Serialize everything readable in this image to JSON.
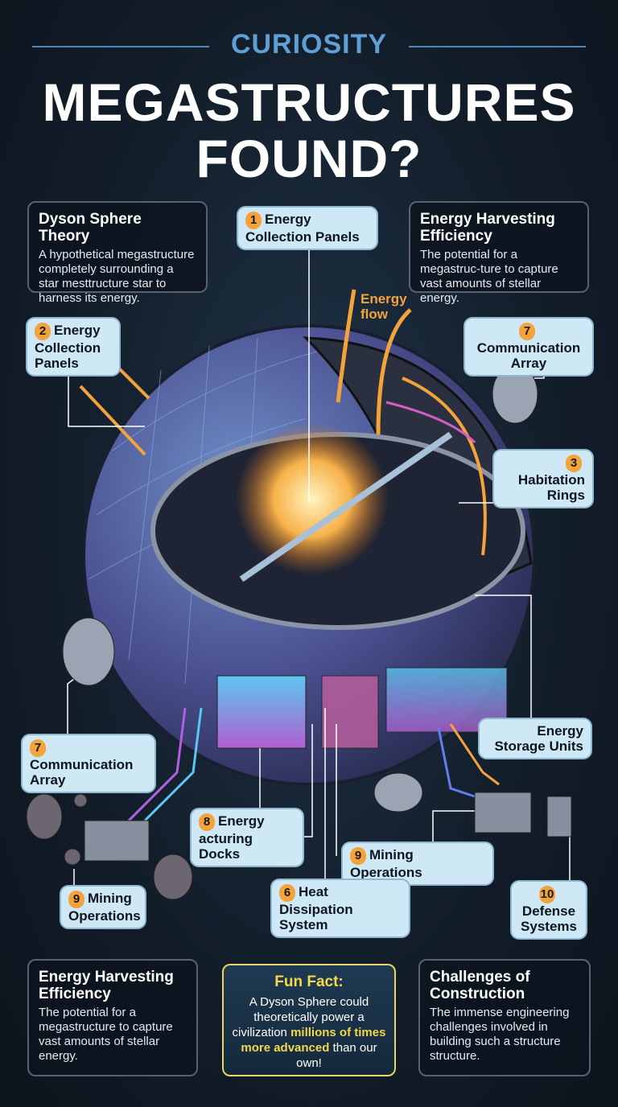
{
  "header": {
    "kicker": "CURIOSITY",
    "title_line1": "MEGASTRUCTURES",
    "title_line2": "FOUND?"
  },
  "top_boxes": [
    {
      "title": "Dyson Sphere Theory",
      "text": "A hypothetical megastructure completely surrounding a star mesttructure star to harness its energy."
    },
    {
      "title": "Energy Harvesting Efficiency",
      "text": "The potential for a megastruc-ture to capture vast amounts of stellar energy."
    }
  ],
  "energy_flow_label": "Energy flow",
  "callouts": [
    {
      "num": "1",
      "label": "Energy Collection Panels"
    },
    {
      "num": "2",
      "label": "Energy Collection Panels"
    },
    {
      "num": "7",
      "label": "Communication Array"
    },
    {
      "num": "3",
      "label": "Habitation Rings"
    },
    {
      "num": "",
      "label": "Energy Storage Units"
    },
    {
      "num": "7",
      "label": "Communication Array"
    },
    {
      "num": "8",
      "label": "Energy acturing Docks"
    },
    {
      "num": "9",
      "label": "Mining Operations"
    },
    {
      "num": "9",
      "label": "Mining Operations"
    },
    {
      "num": "6",
      "label": "Heat Dissipation System"
    },
    {
      "num": "10",
      "label": "Defense Systems"
    }
  ],
  "bottom_boxes": [
    {
      "title": "Energy Harvesting Efficiency",
      "text": "The potential for a megastructure to capture vast amounts of stellar energy."
    },
    {
      "title": "Challenges of Construction",
      "text": "The immense engineering challenges involved in building such a structure structure."
    }
  ],
  "fun_fact": {
    "title": "Fun Fact:",
    "text_a": "A Dyson Sphere could theoretically power a civilization ",
    "highlight_a": "millions of times more advanced",
    "text_b": " than our own!"
  },
  "colors": {
    "accent_blue": "#5f9fd4",
    "callout_bg": "#cfe8f5",
    "number_badge": "#f3a33c",
    "fun_fact_border": "#e7d66a",
    "star": "#f7b24a"
  }
}
